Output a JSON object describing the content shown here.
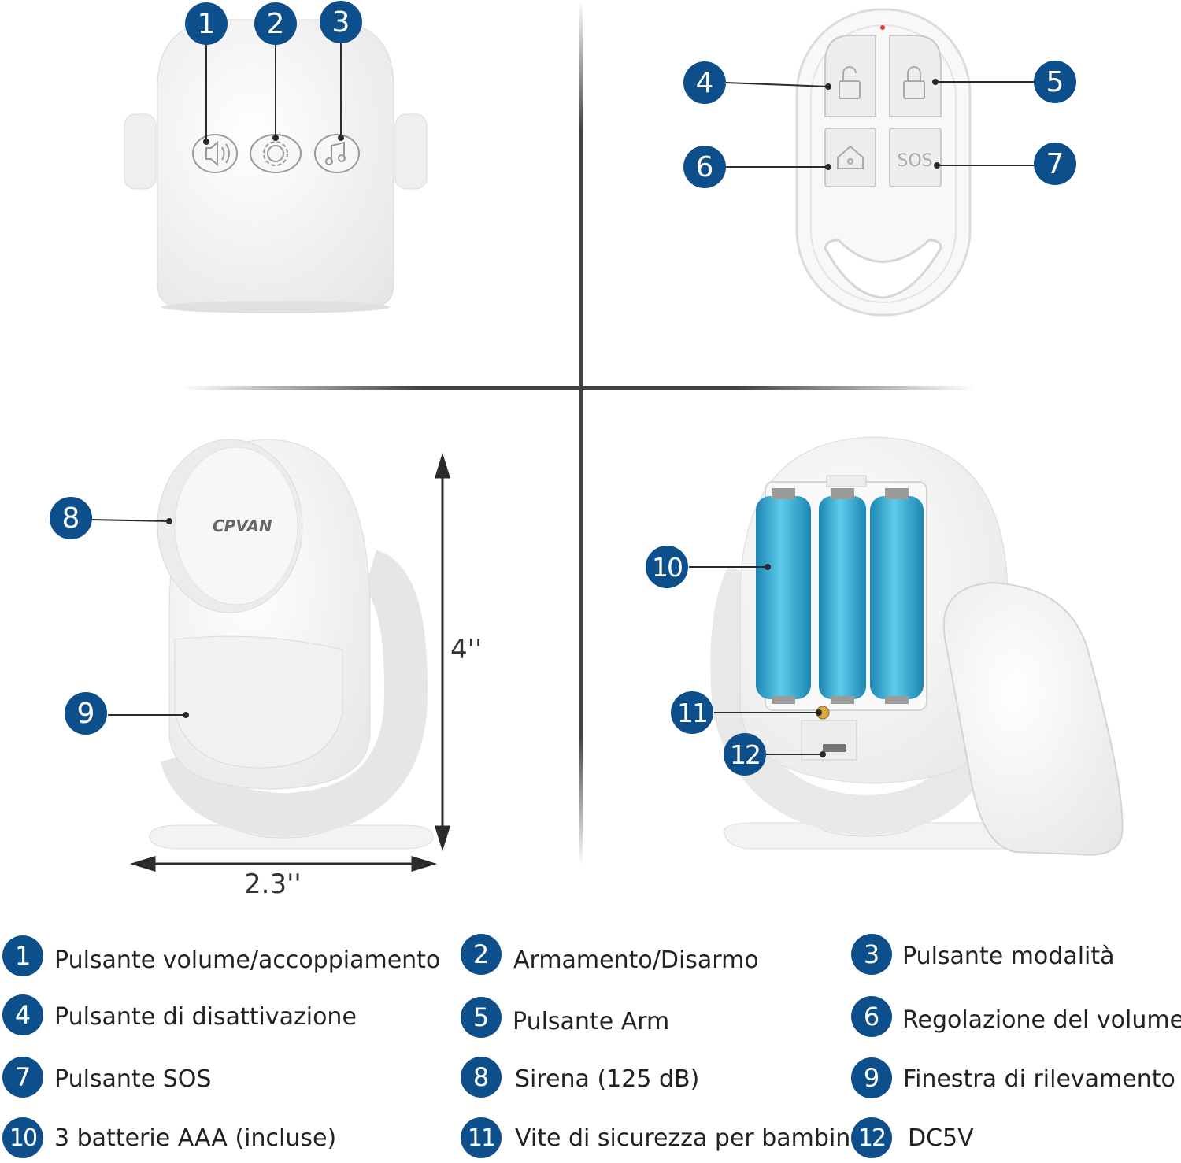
{
  "colors": {
    "badge": "#0d4f8b",
    "battery": "#3ab1d6",
    "line": "#2b2b2b",
    "device": "#f4f4f4"
  },
  "brand": "CPVAN",
  "remote": {
    "sos_label": "SOS"
  },
  "dimensions": {
    "height": "4''",
    "width": "2.3''"
  },
  "callouts": [
    "1",
    "2",
    "3",
    "4",
    "5",
    "6",
    "7",
    "8",
    "9",
    "10",
    "11",
    "12"
  ],
  "legend": [
    {
      "num": "1",
      "text": "Pulsante volume/accoppiamento"
    },
    {
      "num": "2",
      "text": "Armamento/Disarmo"
    },
    {
      "num": "3",
      "text": "Pulsante modalità"
    },
    {
      "num": "4",
      "text": "Pulsante di disattivazione"
    },
    {
      "num": "5",
      "text": "Pulsante Arm"
    },
    {
      "num": "6",
      "text": "Regolazione del volume"
    },
    {
      "num": "7",
      "text": "Pulsante SOS"
    },
    {
      "num": "8",
      "text": "Sirena (125 dB)"
    },
    {
      "num": "9",
      "text": "Finestra di rilevamento"
    },
    {
      "num": "10",
      "text": "3 batterie AAA (incluse)"
    },
    {
      "num": "11",
      "text": "Vite di sicurezza per bambini"
    },
    {
      "num": "12",
      "text": "DC5V"
    }
  ],
  "icons": [
    "speaker-icon",
    "gear-icon",
    "music-note-icon",
    "unlock-icon",
    "lock-icon",
    "home-icon"
  ]
}
